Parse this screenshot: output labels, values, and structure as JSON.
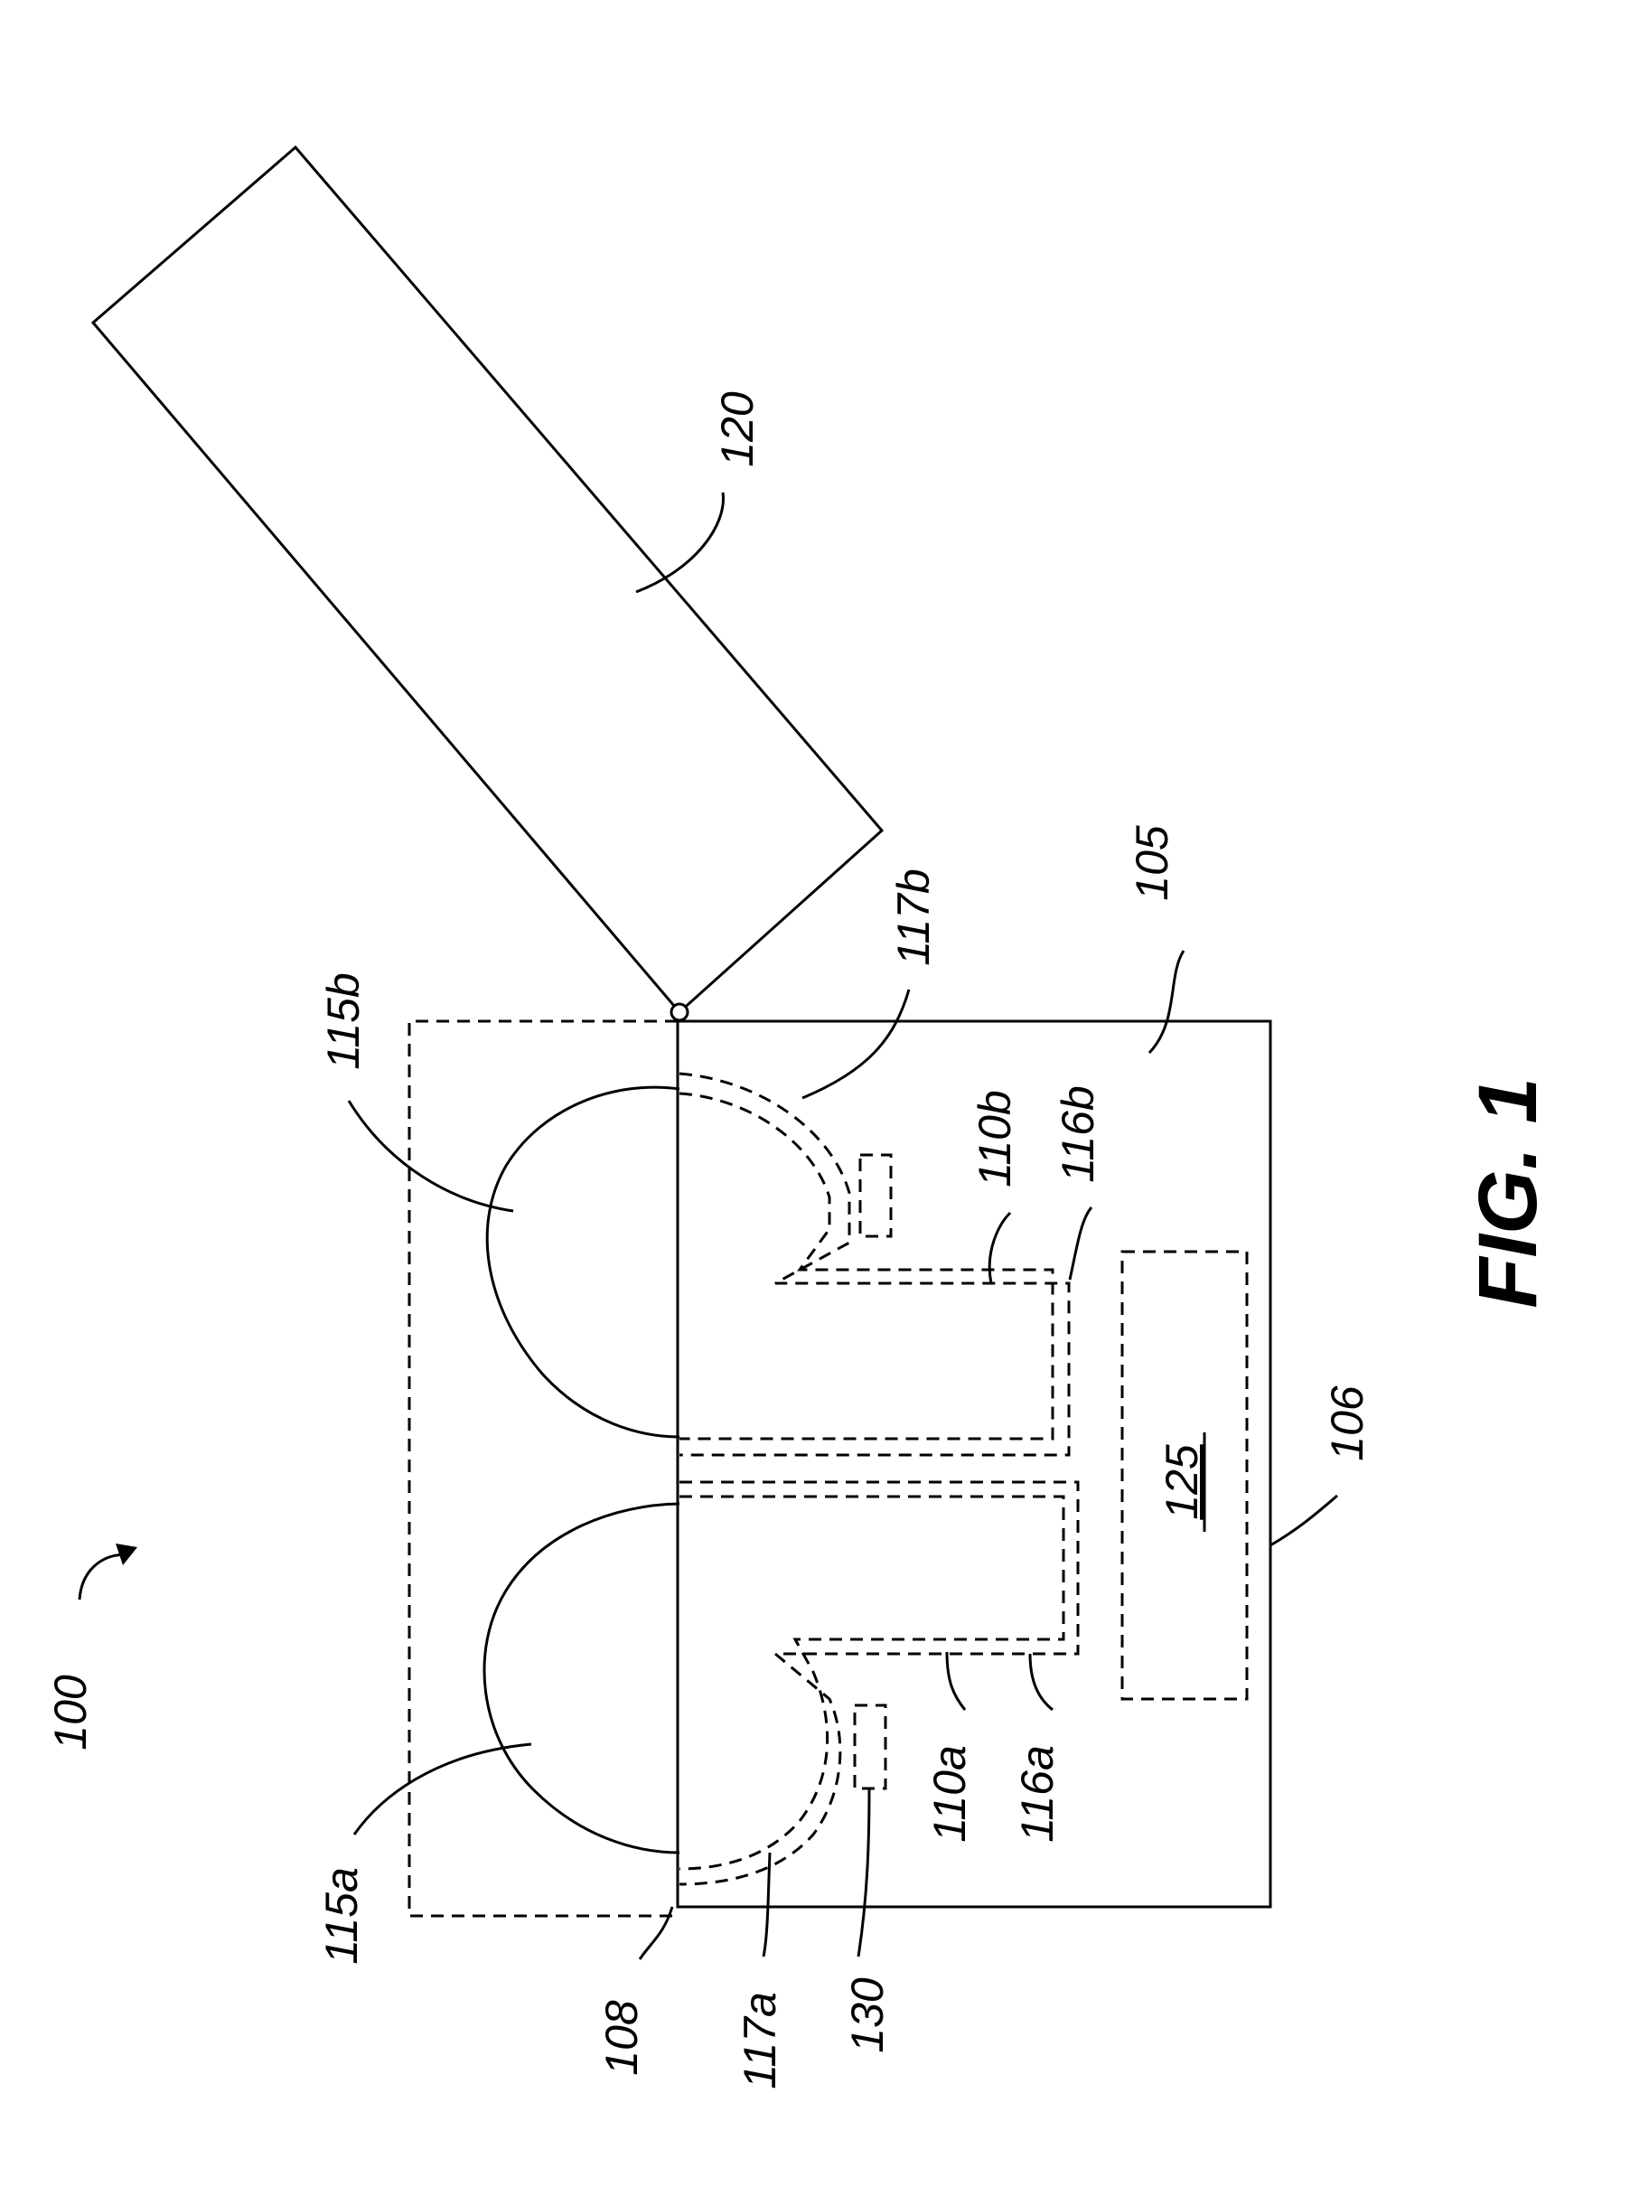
{
  "figure": {
    "caption": "FIG. 1",
    "reference_numerals": {
      "device": "100",
      "case_body": "105",
      "case_wall": "106",
      "case_edge": "108",
      "cavity_a": "110a",
      "cavity_b": "110b",
      "earbud_a": "115a",
      "earbud_b": "115b",
      "channel_a": "116a",
      "channel_b": "116b",
      "seat_a": "117a",
      "seat_b": "117b",
      "lid": "120",
      "battery": "125",
      "sensor": "130"
    }
  }
}
